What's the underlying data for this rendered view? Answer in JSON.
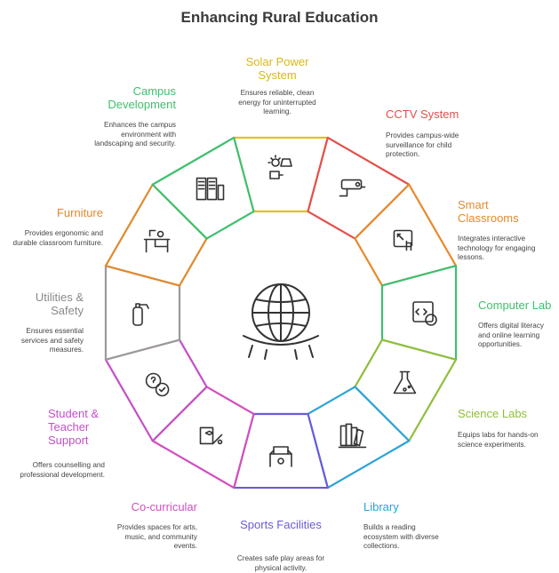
{
  "title": "Enhancing Rural Education",
  "segments": [
    {
      "id": "solar",
      "title": "Solar Power System",
      "desc": "Ensures reliable, clean energy for uninterrupted learning.",
      "color": "#E0C21C",
      "icon": "solar-panel-icon"
    },
    {
      "id": "cctv",
      "title": "CCTV System",
      "desc": "Provides campus-wide surveillance for child protection.",
      "color": "#E2504B",
      "icon": "cctv-camera-icon"
    },
    {
      "id": "smart",
      "title": "Smart Classrooms",
      "desc": "Integrates interactive technology for engaging lessons.",
      "color": "#E58A2C",
      "icon": "touchscreen-icon"
    },
    {
      "id": "computer",
      "title": "Computer Lab",
      "desc": "Offers digital literacy and online learning opportunities.",
      "color": "#3FBF6E",
      "icon": "computer-code-icon"
    },
    {
      "id": "science",
      "title": "Science Labs",
      "desc": "Equips labs for hands-on science experiments.",
      "color": "#8FBE3A",
      "icon": "flask-icon"
    },
    {
      "id": "library",
      "title": "Library",
      "desc": "Builds a reading ecosystem with diverse collections.",
      "color": "#2BA3D8",
      "icon": "books-icon"
    },
    {
      "id": "sports",
      "title": "Sports Facilities",
      "desc": "Creates safe play areas for physical activity.",
      "color": "#6A5BD8",
      "icon": "stadium-icon"
    },
    {
      "id": "cocurricular",
      "title": "Co-curricular",
      "desc": "Provides spaces for arts, music, and community events.",
      "color": "#D24FBF",
      "icon": "art-palette-icon"
    },
    {
      "id": "support",
      "title": "Student & Teacher Support",
      "desc": "Offers counselling and professional development.",
      "color": "#C44FC8",
      "icon": "chat-support-icon"
    },
    {
      "id": "utilities",
      "title": "Utilities & Safety",
      "desc": "Ensures essential services and safety measures.",
      "color": "#9A9A9A",
      "icon": "fire-extinguisher-icon"
    },
    {
      "id": "furniture",
      "title": "Furniture",
      "desc": "Provides ergonomic and durable classroom furniture.",
      "color": "#E0892E",
      "icon": "desk-icon"
    },
    {
      "id": "campus",
      "title": "Campus Development",
      "desc": "Enhances the campus environment with landscaping and security.",
      "color": "#3FBF6E",
      "icon": "campus-building-icon"
    }
  ],
  "center_icon": "globe-icon"
}
